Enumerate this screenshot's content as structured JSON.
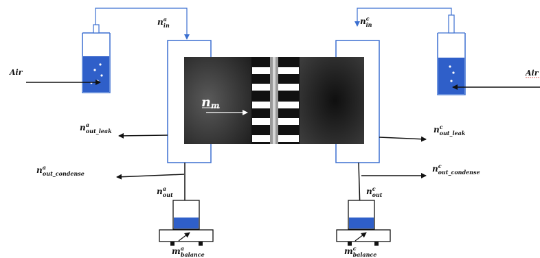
{
  "labels": {
    "air_left": "Air",
    "air_right": "Air",
    "n_in_anode": {
      "base": "n",
      "sup": "a",
      "sub": "in"
    },
    "n_in_cathode": {
      "base": "n",
      "sup": "c",
      "sub": "in"
    },
    "n_m": {
      "base": "n",
      "sub": "m"
    },
    "n_out_leak_anode": {
      "base": "n",
      "sup": "a",
      "sub": "out_leak"
    },
    "n_out_leak_cathode": {
      "base": "n",
      "sup": "c",
      "sub": "out_leak"
    },
    "n_out_condense_anode": {
      "base": "n",
      "sup": "a",
      "sub": "out_condense"
    },
    "n_out_condense_cathode": {
      "base": "n",
      "sup": "c",
      "sub": "out_condense"
    },
    "n_out_anode": {
      "base": "n",
      "sup": "a",
      "sub": "out"
    },
    "n_out_cathode": {
      "base": "n",
      "sup": "c",
      "sub": "out"
    },
    "m_balance_anode": {
      "base": "m",
      "sup": "a",
      "sub": "balance"
    },
    "m_balance_cathode": {
      "base": "m",
      "sup": "c",
      "sub": "balance"
    }
  },
  "colors": {
    "line_blue": "#3b6fd0",
    "water_blue": "#2f5fc9",
    "stack_dark": "#2a2a2a",
    "arrow": "#111111"
  }
}
